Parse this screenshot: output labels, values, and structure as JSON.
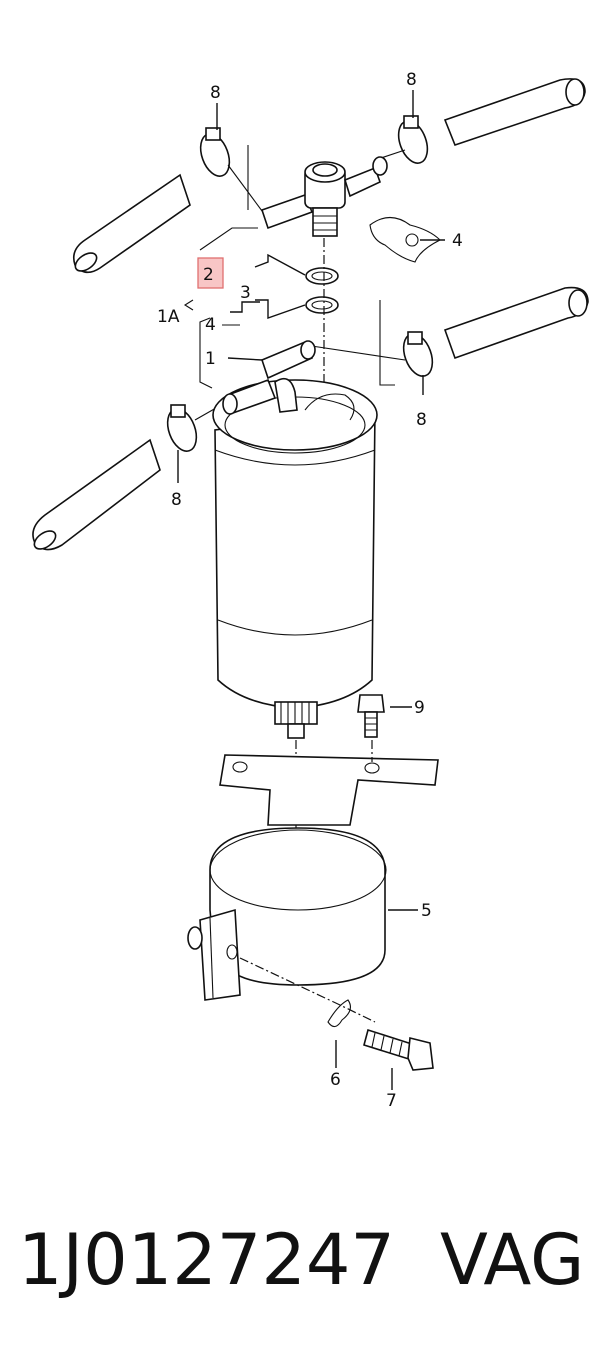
{
  "diagram": {
    "callouts": {
      "c8_top_left": "8",
      "c8_top_right": "8",
      "c4_right": "4",
      "c2": "2",
      "c3": "3",
      "c1A": "1A",
      "c4_left": "4",
      "c1": "1",
      "c8_mid_right": "8",
      "c8_mid_left": "8",
      "c9": "9",
      "c5": "5",
      "c6": "6",
      "c7": "7"
    },
    "highlight_color": "#f4a0a0"
  },
  "caption": {
    "part_number": "1J0127247",
    "brand": "VAG"
  }
}
